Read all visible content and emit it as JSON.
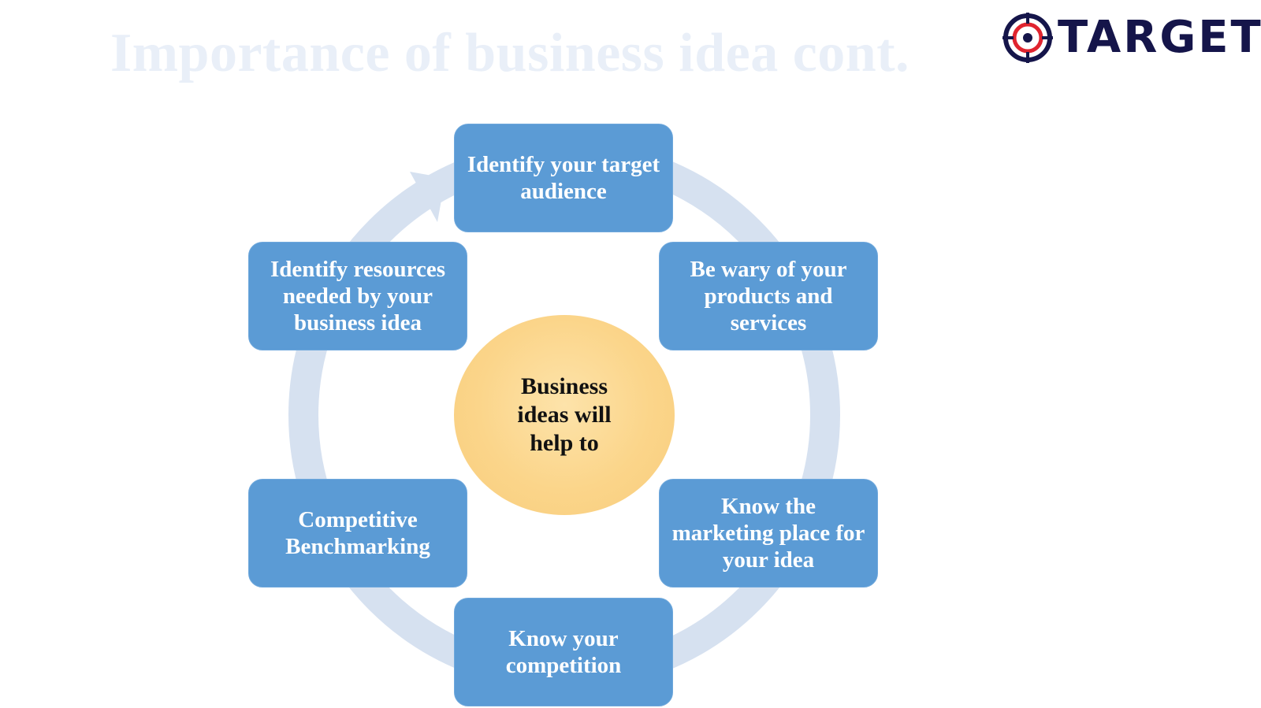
{
  "slide": {
    "title": "Importance of business idea cont."
  },
  "logo": {
    "text": "TARGET",
    "mark_icon": "target-crosshair-icon",
    "colors": {
      "dark": "#15154a",
      "red": "#e0242f"
    }
  },
  "diagram": {
    "center": "Business ideas will help to",
    "nodes": [
      {
        "id": "top",
        "label": "Identify your target audience"
      },
      {
        "id": "upper-right",
        "label": "Be wary of your products and services"
      },
      {
        "id": "lower-right",
        "label": "Know the marketing place for your idea"
      },
      {
        "id": "bottom",
        "label": "Know your competition"
      },
      {
        "id": "lower-left",
        "label": "Competitive Benchmarking"
      },
      {
        "id": "upper-left",
        "label": "Identify resources needed by your business idea"
      }
    ],
    "colors": {
      "node_fill": "#5b9bd5",
      "hub_fill": "#fbd58a",
      "ring": "#d6e1f0",
      "title": "#e9eff8"
    }
  }
}
